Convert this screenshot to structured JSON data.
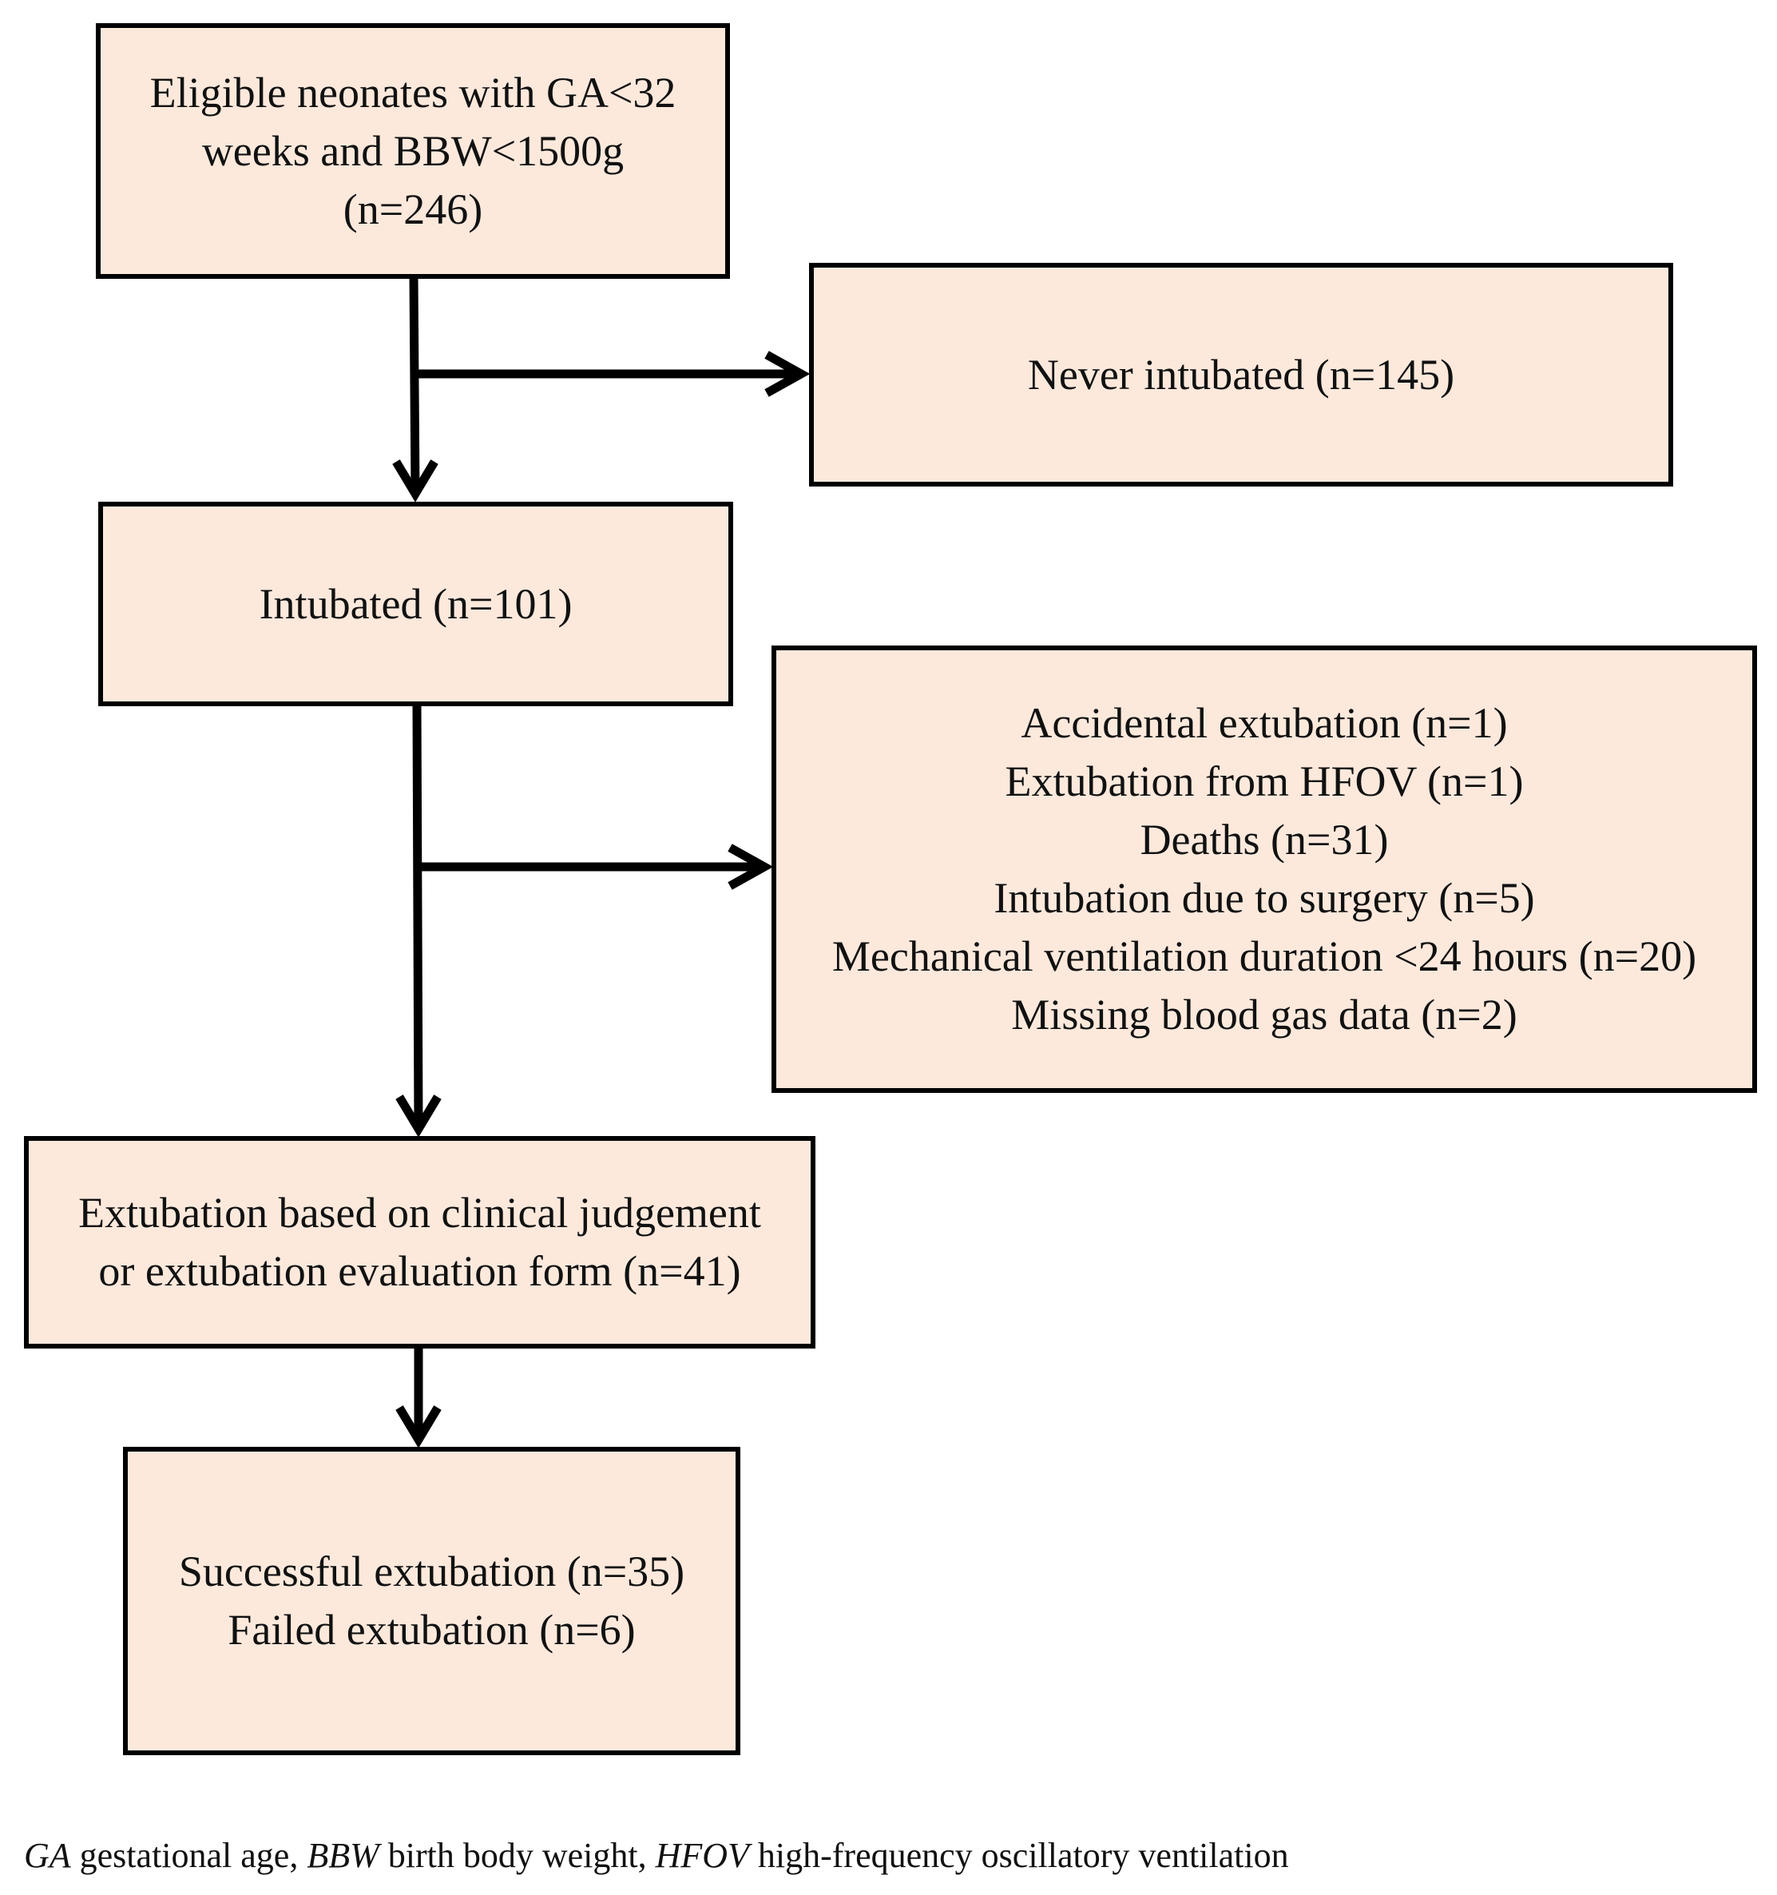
{
  "boxes": {
    "eligible": {
      "lines": [
        "Eligible neonates with GA<32",
        "weeks and BBW<1500g",
        "(n=246)"
      ]
    },
    "never_intubated": {
      "lines": [
        "Never intubated (n=145)"
      ]
    },
    "intubated": {
      "lines": [
        "Intubated (n=101)"
      ]
    },
    "excluded": {
      "lines": [
        "Accidental extubation (n=1)",
        "Extubation from HFOV (n=1)",
        "Deaths (n=31)",
        "Intubation due to surgery (n=5)",
        "Mechanical ventilation duration <24 hours (n=20)",
        "Missing blood gas data (n=2)"
      ]
    },
    "extubation": {
      "lines": [
        "Extubation based on clinical judgement",
        "or extubation evaluation form (n=41)"
      ]
    },
    "outcome": {
      "lines": [
        "Successful extubation (n=35)",
        "Failed extubation (n=6)"
      ]
    }
  },
  "footnote": {
    "ga_abbr": "GA",
    "ga_text": " gestational age, ",
    "bbw_abbr": "BBW",
    "bbw_text": " birth body weight, ",
    "hfov_abbr": "HFOV",
    "hfov_text": " high-frequency oscillatory ventilation"
  },
  "colors": {
    "box_fill": "#fde9dc",
    "box_border": "#000000",
    "arrow": "#000000"
  }
}
